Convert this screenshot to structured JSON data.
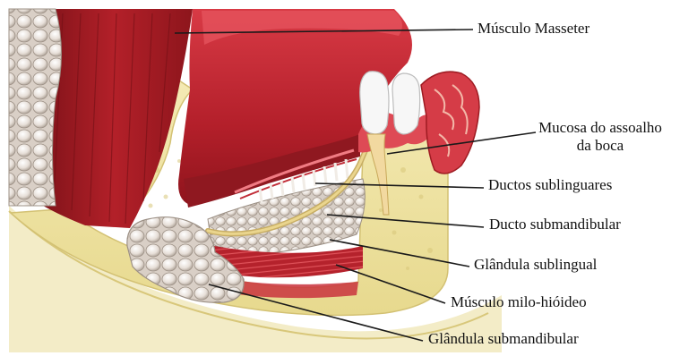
{
  "figure": {
    "labels": {
      "masseter": "Músculo Masseter",
      "mucosa_line1": "Mucosa do assoalho",
      "mucosa_line2": "da boca",
      "ductos_sublinguares": "Ductos sublinguares",
      "ducto_submandibular": "Ducto submandibular",
      "glandula_sublingual": "Glândula sublingual",
      "milo_hioideo": "Músculo milo-hióideo",
      "glandula_submandibular": "Glândula submandibular"
    },
    "colors": {
      "muscle_dark": "#9e1b22",
      "muscle_mid": "#c0242f",
      "muscle_light": "#e0525a",
      "bone_yellow": "#efe3a0",
      "bone_edge": "#d8c77a",
      "gland_white": "#eee8e2",
      "gland_shadow": "#b9aea4",
      "tooth": "#f7f7f7",
      "leader": "#1a1a1a"
    }
  }
}
